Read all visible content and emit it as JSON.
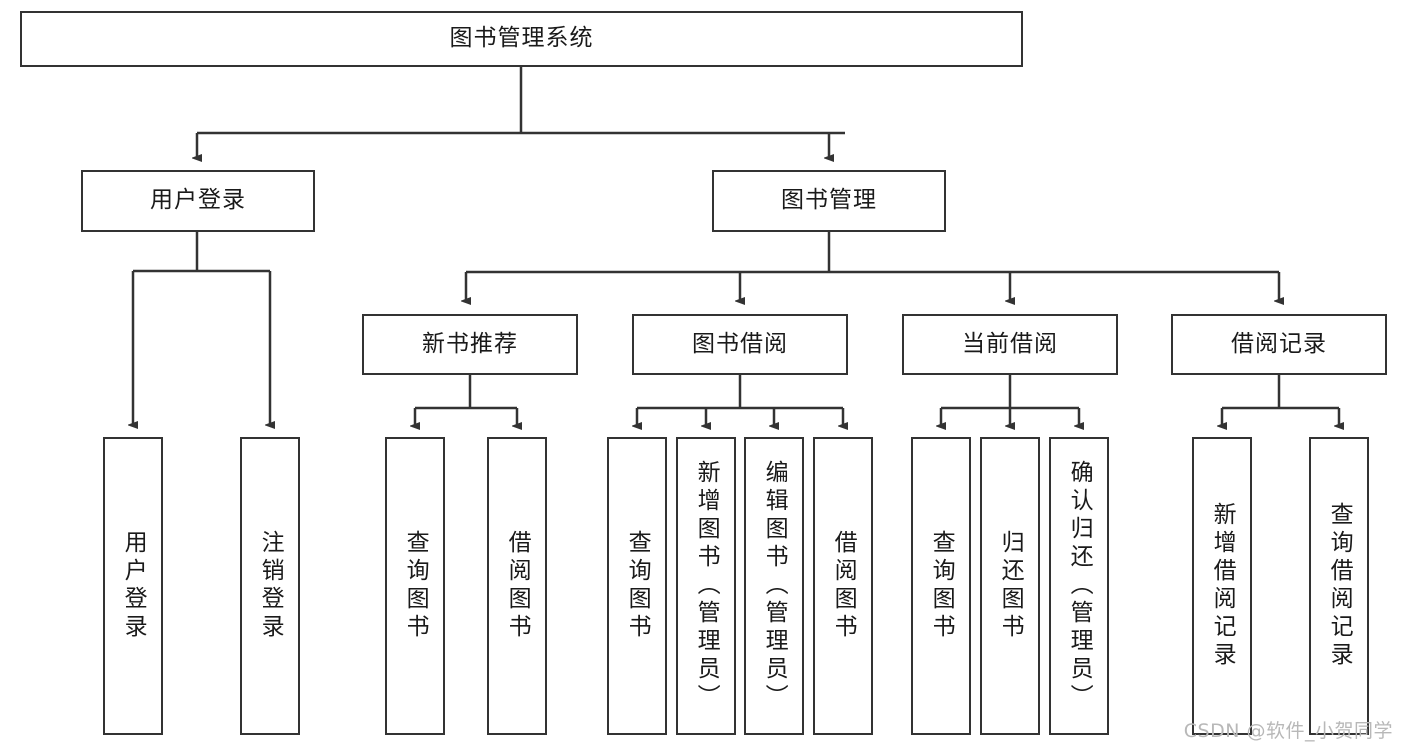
{
  "diagram": {
    "title": "图书管理系统",
    "type": "tree-hierarchy",
    "watermark": "CSDN @软件_小贺同学",
    "colors": {
      "box_border": "#333333",
      "box_fill": "#ffffff",
      "connector": "#333333",
      "text": "#1a1a1a",
      "watermark": "#b8b8b8"
    },
    "levels": {
      "root": {
        "label": "图书管理系统"
      },
      "level2": [
        {
          "id": "user-login",
          "label": "用户登录"
        },
        {
          "id": "book-manage",
          "label": "图书管理"
        }
      ],
      "level3": [
        {
          "id": "new-book-recommend",
          "label": "新书推荐",
          "parent": "book-manage"
        },
        {
          "id": "book-borrow",
          "label": "图书借阅",
          "parent": "book-manage"
        },
        {
          "id": "current-borrow",
          "label": "当前借阅",
          "parent": "book-manage"
        },
        {
          "id": "borrow-record",
          "label": "借阅记录",
          "parent": "book-manage"
        }
      ],
      "leaves": [
        {
          "id": "leaf-user-login",
          "label": "用户登录",
          "parent": "user-login"
        },
        {
          "id": "leaf-user-logout",
          "label": "注销登录",
          "parent": "user-login"
        },
        {
          "id": "leaf-query-book-1",
          "label": "查询图书",
          "parent": "new-book-recommend"
        },
        {
          "id": "leaf-borrow-book-1",
          "label": "借阅图书",
          "parent": "new-book-recommend"
        },
        {
          "id": "leaf-query-book-2",
          "label": "查询图书",
          "parent": "book-borrow"
        },
        {
          "id": "leaf-add-book",
          "label": "新增图书（管理员）",
          "parent": "book-borrow"
        },
        {
          "id": "leaf-edit-book",
          "label": "编辑图书（管理员）",
          "parent": "book-borrow"
        },
        {
          "id": "leaf-borrow-book-2",
          "label": "借阅图书",
          "parent": "book-borrow"
        },
        {
          "id": "leaf-query-book-3",
          "label": "查询图书",
          "parent": "current-borrow"
        },
        {
          "id": "leaf-return-book",
          "label": "归还图书",
          "parent": "current-borrow"
        },
        {
          "id": "leaf-confirm-return",
          "label": "确认归还（管理员）",
          "parent": "current-borrow"
        },
        {
          "id": "leaf-add-record",
          "label": "新增借阅记录",
          "parent": "borrow-record"
        },
        {
          "id": "leaf-query-record",
          "label": "查询借阅记录",
          "parent": "borrow-record"
        }
      ]
    }
  }
}
